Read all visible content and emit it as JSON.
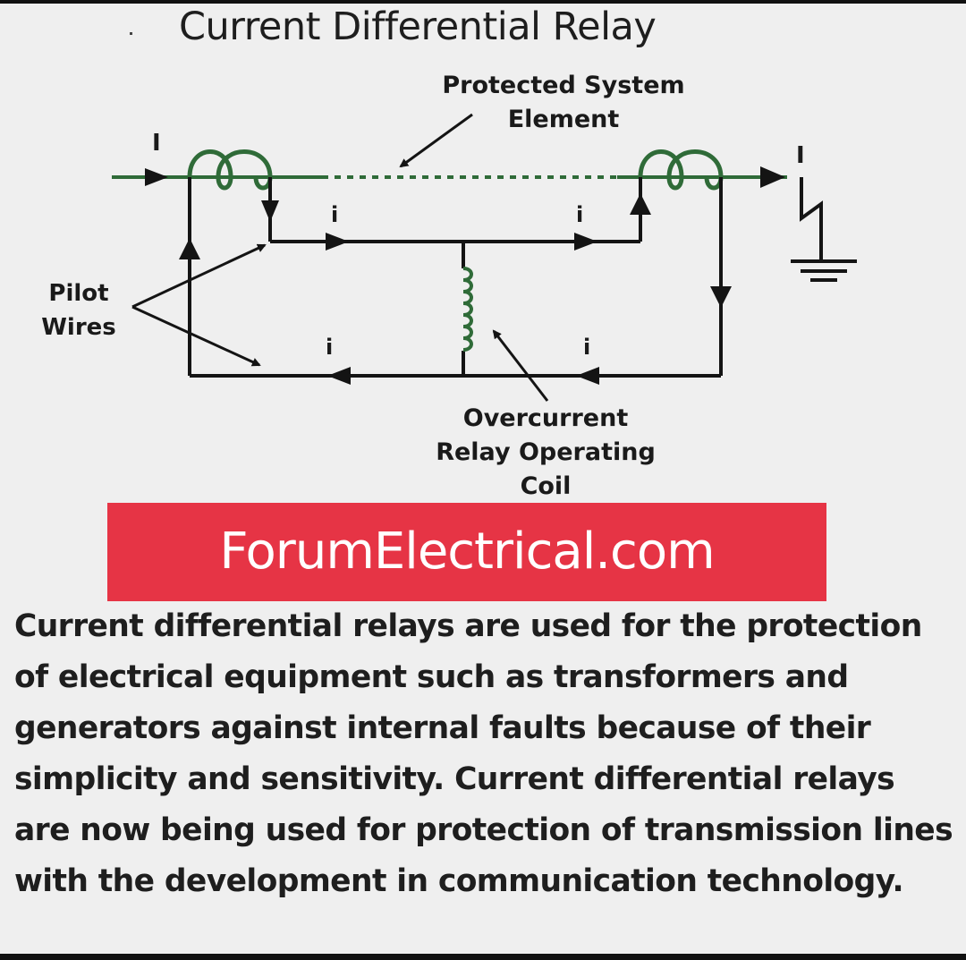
{
  "title": "Current Differential Relay",
  "labels": {
    "protected_line1": "Protected System",
    "protected_line2": "Element",
    "pilot_line1": "Pilot",
    "pilot_line2": "Wires",
    "relay_line1": "Overcurrent",
    "relay_line2": "Relay Operating",
    "relay_line3": "Coil",
    "primary_current": "I",
    "secondary_current": "i"
  },
  "banner": "ForumElectrical.com",
  "description": "Current differential relays are used for the protection of electrical equipment such as transformers and generators against internal faults because of their simplicity and sensitivity. Current differential relays are now being used for protection of transmission lines with the development in communication technology.",
  "colors": {
    "background": "#efefef",
    "line_green": "#2f6b38",
    "wire_black": "#141414",
    "banner_red": "#e63445",
    "banner_text": "#ffffff"
  }
}
